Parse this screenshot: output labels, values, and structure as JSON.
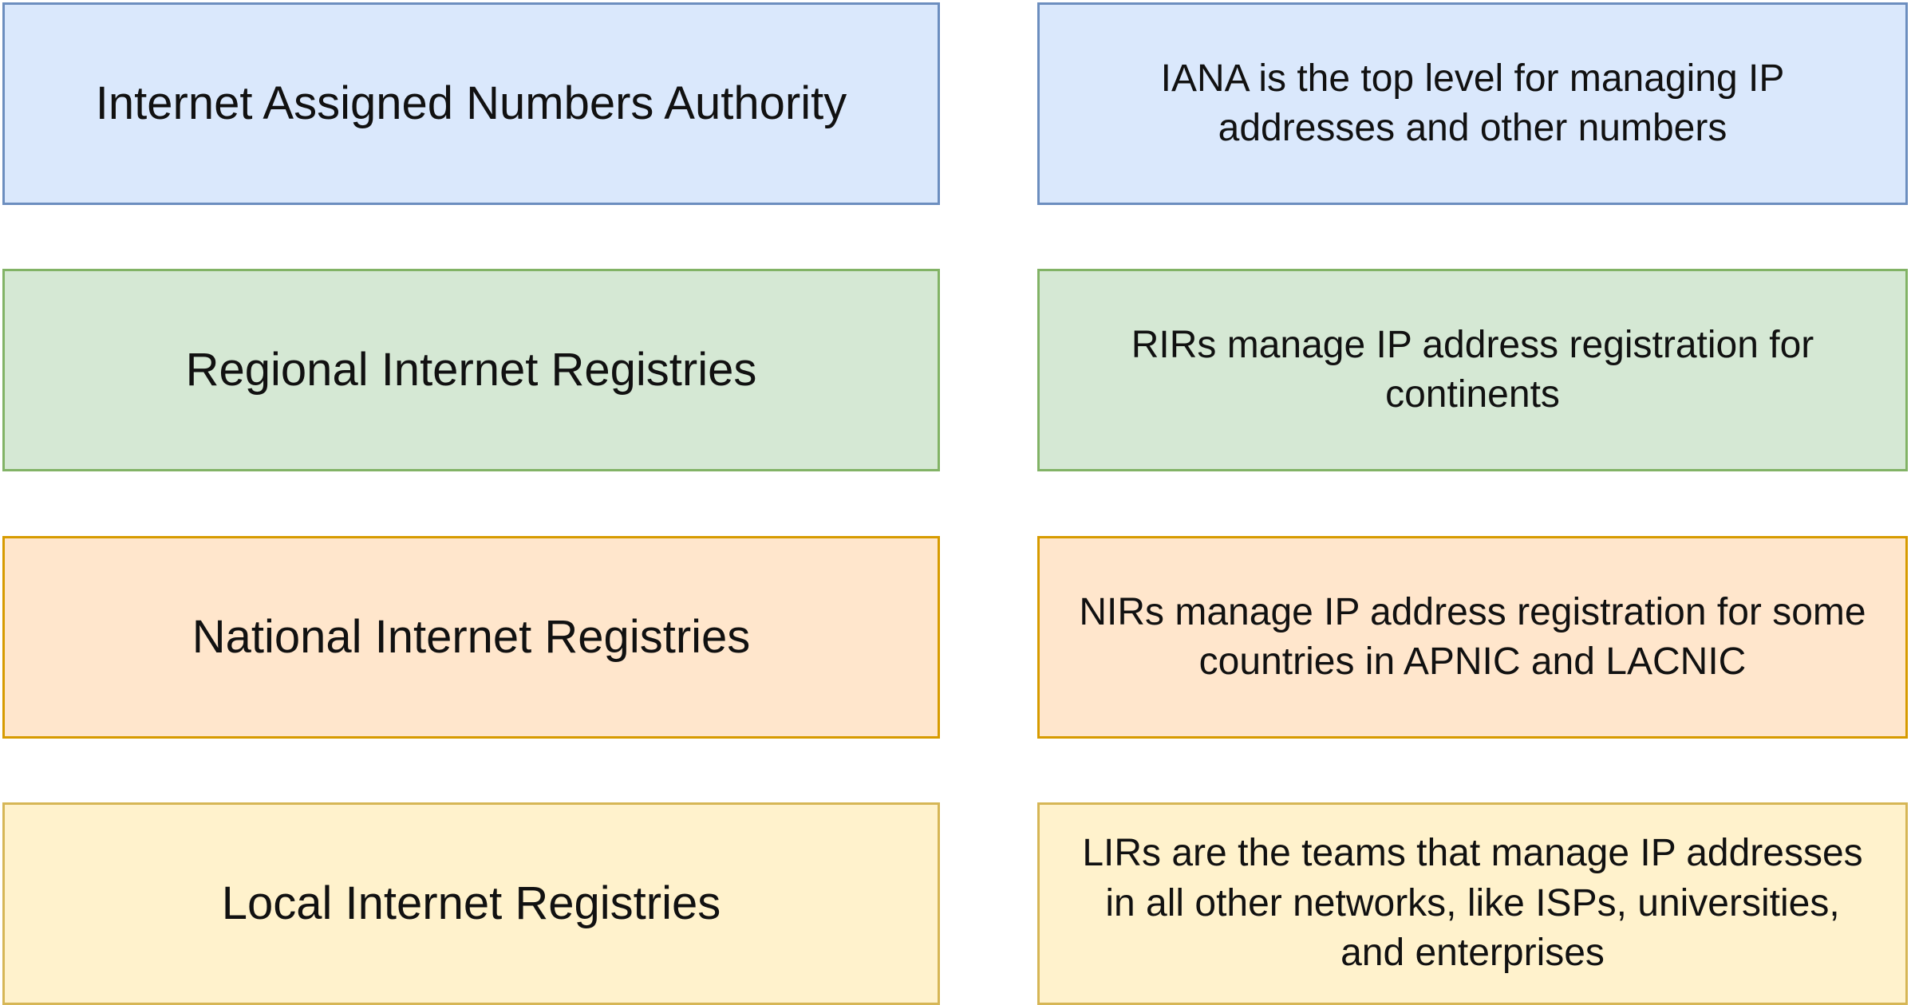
{
  "rows": [
    {
      "name": "Internet Assigned Numbers Authority",
      "description": "IANA is the top level for managing IP addresses and other numbers",
      "fill": "#dae8fc",
      "stroke": "#6c8ebf"
    },
    {
      "name": "Regional Internet Registries",
      "description": "RIRs manage IP address registration for continents",
      "fill": "#d5e8d4",
      "stroke": "#82b366"
    },
    {
      "name": "National Internet Registries",
      "description": "NIRs manage IP address registration for some countries in APNIC and LACNIC",
      "fill": "#ffe6cc",
      "stroke": "#d79b00"
    },
    {
      "name": "Local Internet Registries",
      "description": "LIRs are the teams that manage IP addresses in all other networks, like ISPs, universities, and enterprises",
      "fill": "#fff2cc",
      "stroke": "#d6b656"
    }
  ]
}
